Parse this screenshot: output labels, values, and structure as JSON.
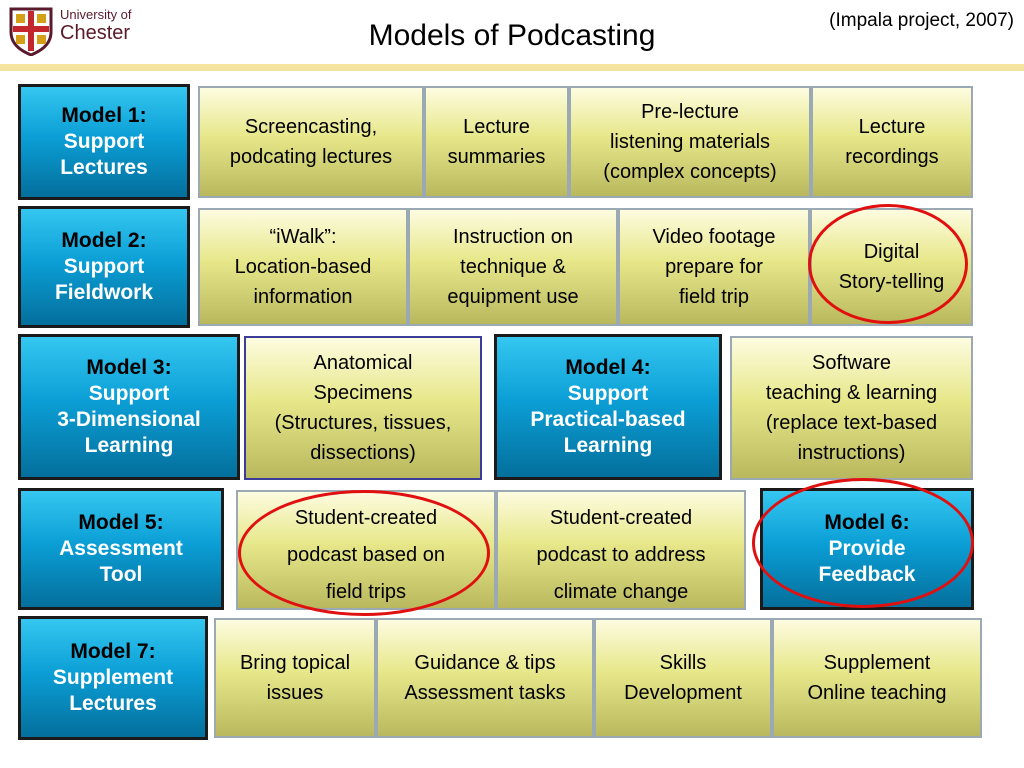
{
  "header": {
    "title": "Models of Podcasting",
    "citation": "(Impala project, 2007)",
    "logo": {
      "line1": "University of",
      "line2": "Chester"
    }
  },
  "rows": [
    {
      "model": {
        "l1": "Model 1:",
        "l2": "Support",
        "l3": "Lectures"
      },
      "cells": [
        "Screencasting,\npodcating lectures",
        "Lecture\nsummaries",
        "Pre-lecture\nlistening materials\n(complex concepts)",
        "Lecture\nrecordings"
      ]
    },
    {
      "model": {
        "l1": "Model 2:",
        "l2": "Support",
        "l3": "Fieldwork"
      },
      "cells": [
        "“iWalk”:\nLocation-based\ninformation",
        "Instruction on\ntechnique &\nequipment use",
        "Video footage\nprepare for\nfield trip",
        "Digital\nStory-telling"
      ]
    },
    {
      "model3": {
        "l1": "Model 3:",
        "l2": "Support",
        "l3": "3-Dimensional",
        "l4": "Learning"
      },
      "anatomical": "Anatomical\nSpecimens\n(Structures, tissues,\ndissections)",
      "model4": {
        "l1": "Model 4:",
        "l2": "Support",
        "l3": "Practical-based",
        "l4": "Learning"
      },
      "software": "Software\nteaching & learning\n(replace text-based\ninstructions)"
    },
    {
      "model5": {
        "l1": "Model 5:",
        "l2": "Assessment",
        "l3": "Tool"
      },
      "cells": [
        "Student-created\npodcast based on\nfield trips",
        "Student-created\npodcast to address\nclimate change"
      ],
      "model6": {
        "l1": "Model 6:",
        "l2": "Provide",
        "l3": "Feedback"
      }
    },
    {
      "model": {
        "l1": "Model 7:",
        "l2": "Supplement",
        "l3": "Lectures"
      },
      "cells": [
        "Bring topical\nissues",
        "Guidance & tips\nAssessment tasks",
        "Skills\nDevelopment",
        "Supplement\nOnline teaching"
      ]
    }
  ],
  "colors": {
    "highlight_ring": "#e01010",
    "model_box": "#0b9fd6",
    "cell_box": "#e7e78a"
  }
}
